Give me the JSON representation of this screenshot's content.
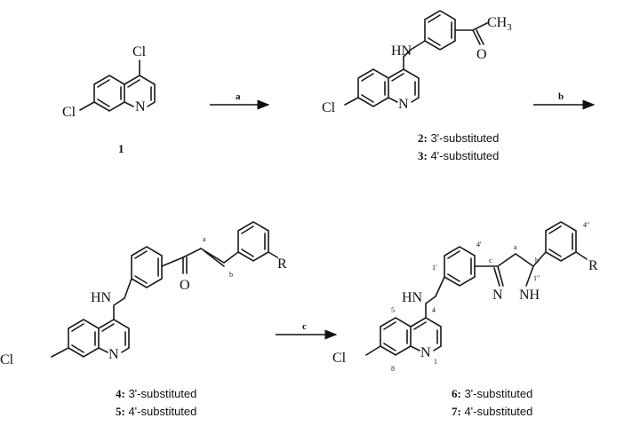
{
  "atoms": {
    "cl": "Cl",
    "n": "N",
    "nh_left": "HN",
    "nh_right": "NH",
    "o": "O",
    "ch3": "CH",
    "ch3_sub": "3",
    "r": "R"
  },
  "compound1": {
    "number": "1"
  },
  "arrows": {
    "a": "a",
    "b": "b",
    "c": "c"
  },
  "compounds_23": {
    "line1_num": "2:",
    "line1_text": " 3'-substituted",
    "line2_num": "3:",
    "line2_text": " 4'-substituted"
  },
  "compounds_45": {
    "line1_num": "4:",
    "line1_text": " 3'-substituted",
    "line2_num": "5:",
    "line2_text": " 4'-substituted"
  },
  "compounds_67": {
    "line1_num": "6:",
    "line1_text": " 3'-substituted",
    "line2_num": "7:",
    "line2_text": " 4'-substituted"
  },
  "locants_45": {
    "a": "a",
    "b": "b"
  },
  "locants_67": {
    "l4p": "4'",
    "l1p": "1'",
    "lc": "c",
    "la": "a",
    "lb": "b",
    "l1pp": "1''",
    "l4pp": "4''",
    "l4": "4",
    "l5": "5",
    "l8": "8",
    "l1": "1"
  }
}
